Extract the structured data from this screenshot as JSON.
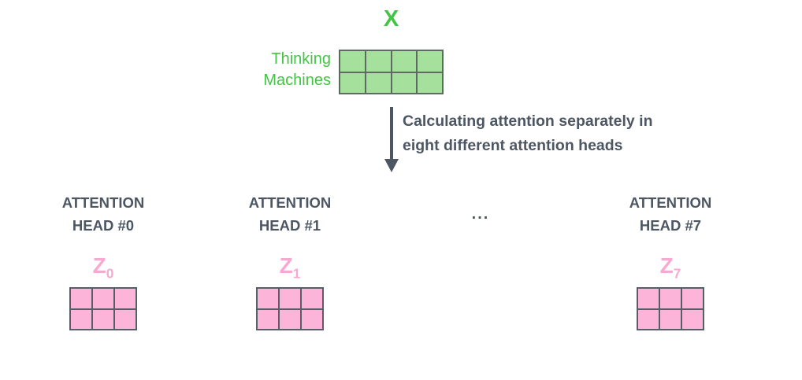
{
  "diagram": {
    "input": {
      "matrix_label": "X",
      "row_labels": [
        "Thinking",
        "Machines"
      ],
      "matrix": {
        "rows": 2,
        "cols": 4
      }
    },
    "arrow_caption": {
      "line1": "Calculating attention separately in",
      "line2": "eight different attention heads"
    },
    "ellipsis": "...",
    "heads": [
      {
        "title_line1": "ATTENTION",
        "title_line2": "HEAD #0",
        "output_label": "Z",
        "output_subscript": "0",
        "matrix": {
          "rows": 2,
          "cols": 3
        }
      },
      {
        "title_line1": "ATTENTION",
        "title_line2": "HEAD #1",
        "output_label": "Z",
        "output_subscript": "1",
        "matrix": {
          "rows": 2,
          "cols": 3
        }
      },
      {
        "title_line1": "ATTENTION",
        "title_line2": "HEAD #7",
        "output_label": "Z",
        "output_subscript": "7",
        "matrix": {
          "rows": 2,
          "cols": 3
        }
      }
    ]
  },
  "colors": {
    "green_text": "#42c542",
    "green_fill": "#a5e19d",
    "green_border": "#5e6a62",
    "pink_text": "#f9a8d2",
    "pink_fill": "#fcb5d9",
    "pink_border": "#585e68",
    "gray_text": "#4d5663",
    "arrow": "#4d5663"
  }
}
